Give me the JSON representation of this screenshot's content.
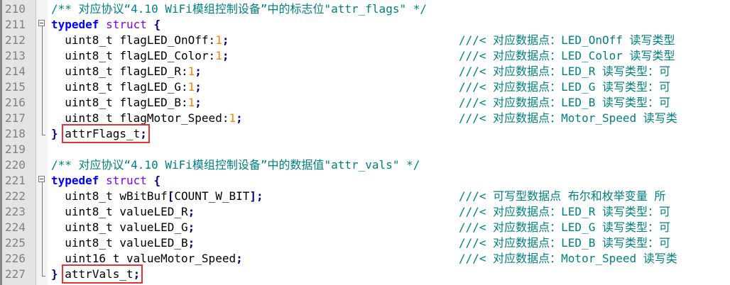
{
  "editor": {
    "colors": {
      "comment": "#008080",
      "keyword": "#0000ff",
      "type_keyword": "#8000ff",
      "number": "#ff8000",
      "highlight_box": "#e53333"
    },
    "lines": [
      {
        "n": "210",
        "comment": "/** 对应协议“4.10 WiFi模组控制设备”中的标志位\"attr_flags\" */"
      },
      {
        "n": "211",
        "kw": "typedef",
        "kw2": "struct",
        "rest": " {"
      },
      {
        "n": "212",
        "decl": "  uint8_t flagLED_OnOff:",
        "num": "1",
        "end": ";",
        "doc": "///< 对应数据点：LED_OnOff 读写类型"
      },
      {
        "n": "213",
        "decl": "  uint8_t flagLED_Color:",
        "num": "1",
        "end": ";",
        "doc": "///< 对应数据点：LED_Color 读写类型"
      },
      {
        "n": "214",
        "decl": "  uint8_t flagLED_R:",
        "num": "1",
        "end": ";",
        "doc": "///< 对应数据点：LED_R 读写类型：可"
      },
      {
        "n": "215",
        "decl": "  uint8_t flagLED_G:",
        "num": "1",
        "end": ";",
        "doc": "///< 对应数据点：LED_G 读写类型：可"
      },
      {
        "n": "216",
        "decl": "  uint8_t flagLED_B:",
        "num": "1",
        "end": ";",
        "doc": "///< 对应数据点：LED_B 读写类型：可"
      },
      {
        "n": "217",
        "decl": "  uint8_t flagMotor_Speed:",
        "num": "1",
        "end": ";",
        "doc": "///< 对应数据点：Motor_Speed 读写类"
      },
      {
        "n": "218",
        "brace": "}",
        "name": "attrFlags_t;"
      },
      {
        "n": "219"
      },
      {
        "n": "220",
        "comment": "/** 对应协议“4.10 WiFi模组控制设备”中的数据值\"attr_vals\" */"
      },
      {
        "n": "221",
        "kw": "typedef",
        "kw2": "struct",
        "rest": " {"
      },
      {
        "n": "222",
        "decl": "  uint8_t wBitBuf[COUNT_W_BIT]",
        "num": "",
        "end": ";",
        "doc": "///< 可写型数据点 布尔和枚举变量 所"
      },
      {
        "n": "223",
        "decl": "  uint8_t valueLED_R",
        "num": "",
        "end": ";",
        "doc": "///< 对应数据点：LED_R 读写类型：可"
      },
      {
        "n": "224",
        "decl": "  uint8_t valueLED_G",
        "num": "",
        "end": ";",
        "doc": "///< 对应数据点：LED_G 读写类型：可"
      },
      {
        "n": "225",
        "decl": "  uint8_t valueLED_B",
        "num": "",
        "end": ";",
        "doc": "///< 对应数据点：LED_B 读写类型：可"
      },
      {
        "n": "226",
        "decl": "  uint16_t valueMotor_Speed",
        "num": "",
        "end": ";",
        "doc": "///< 对应数据点：Motor_Speed 读写类"
      },
      {
        "n": "227",
        "brace": "}",
        "name": "attrVals_t;"
      }
    ]
  }
}
